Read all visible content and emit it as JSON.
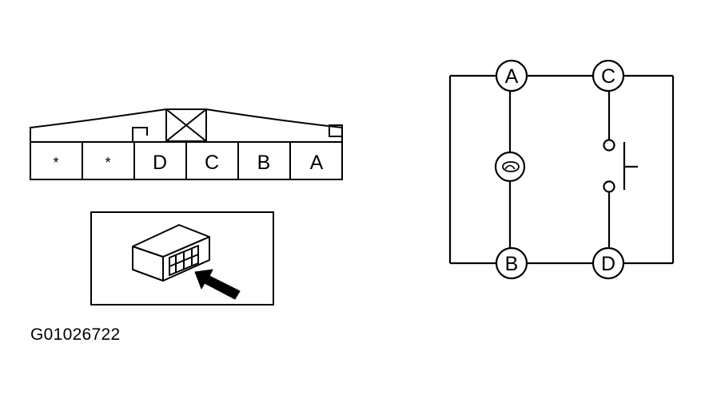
{
  "connector": {
    "cavities": [
      "*",
      "*",
      "D",
      "C",
      "B",
      "A"
    ]
  },
  "schematic": {
    "terminals": {
      "a": "A",
      "b": "B",
      "c": "C",
      "d": "D"
    },
    "lamp_icon": "lamp-symbol-icon",
    "switch_icon": "normally-open-switch-icon"
  },
  "locator": {
    "module_icon": "relay-module-icon",
    "arrow_icon": "arrow-icon"
  },
  "reference_code": "G01026722"
}
